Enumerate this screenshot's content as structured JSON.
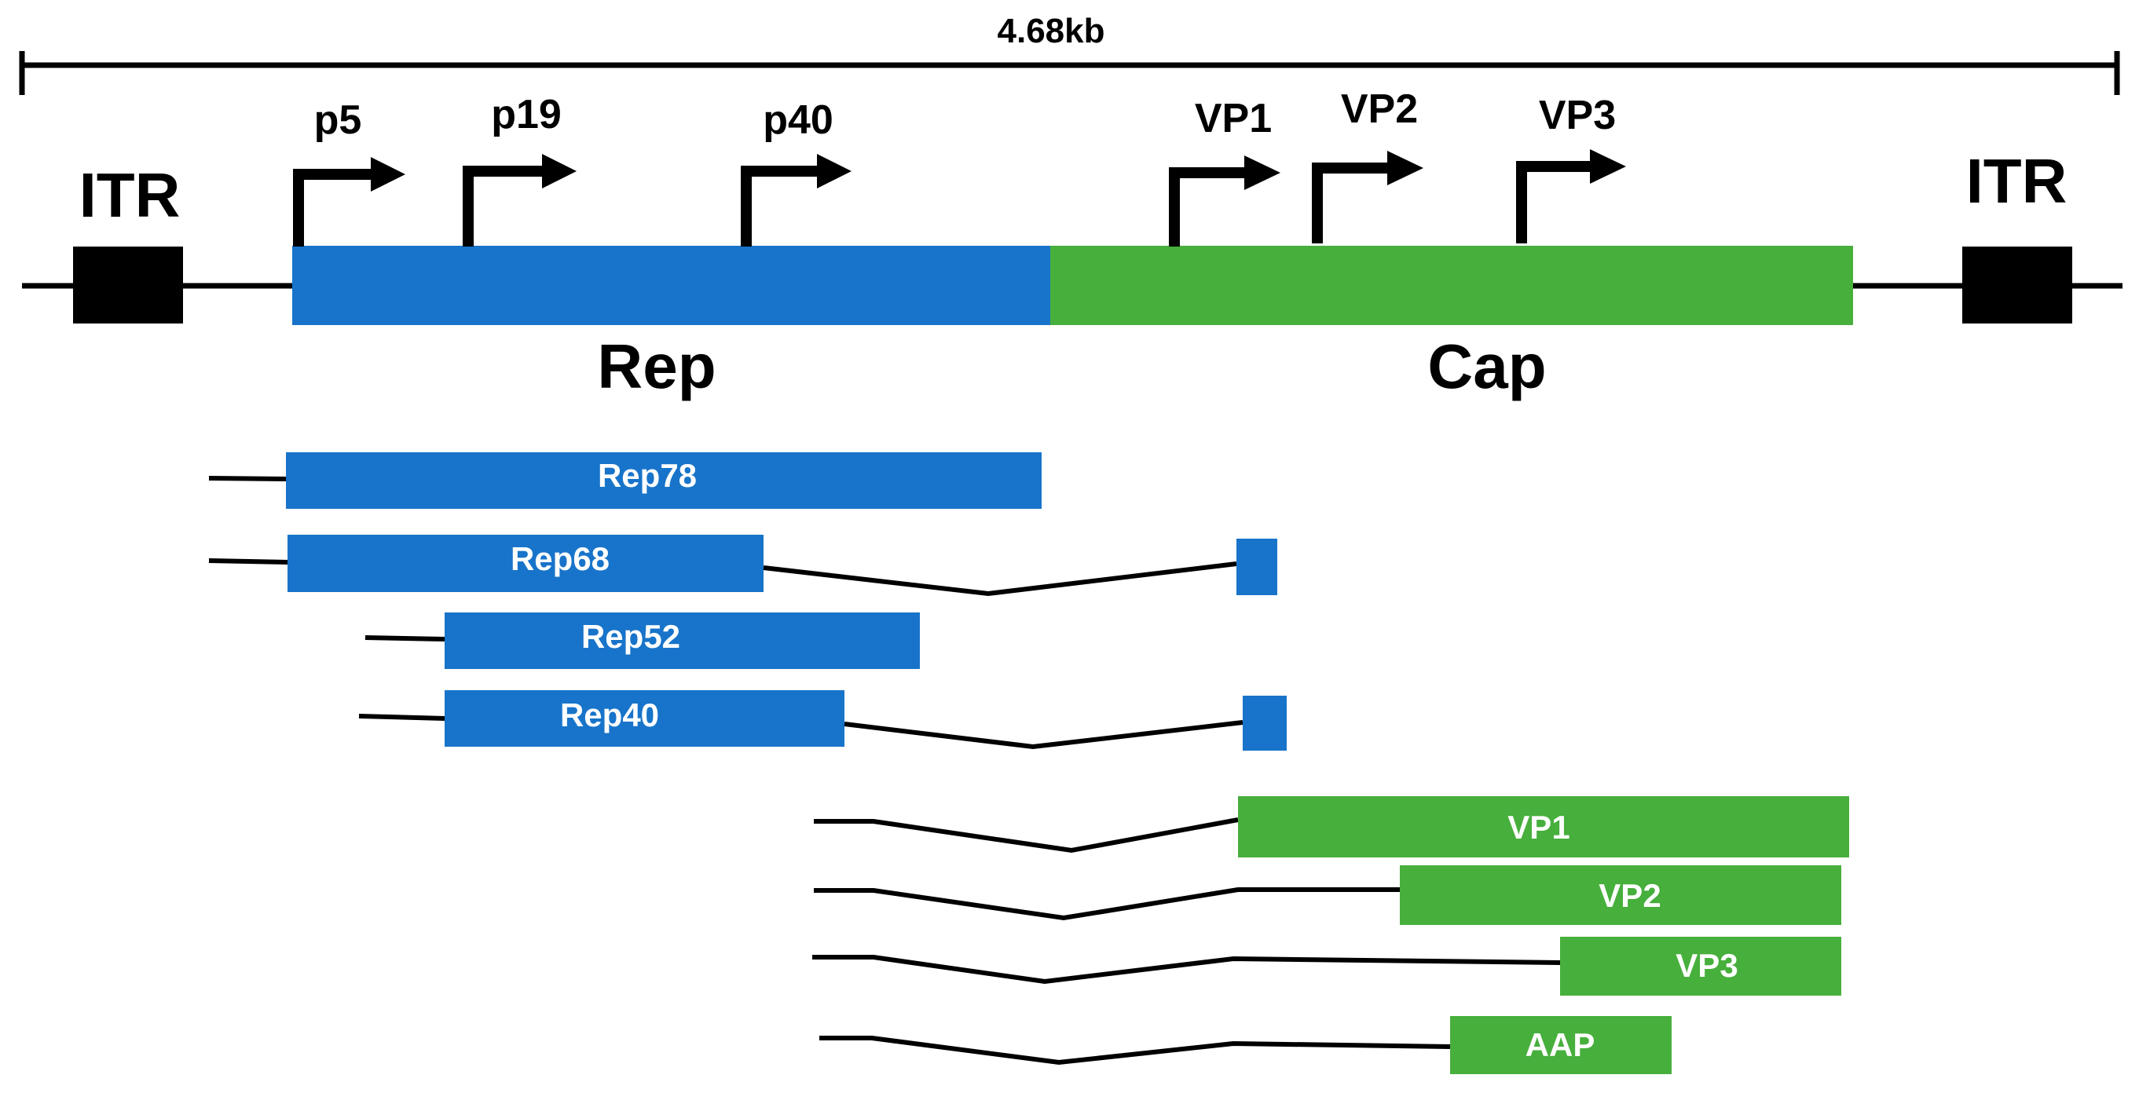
{
  "genome": {
    "length_label": "4.68kb",
    "itr_left_label": "ITR",
    "itr_right_label": "ITR",
    "rep_label": "Rep",
    "cap_label": "Cap"
  },
  "promoters": [
    {
      "label": "p5"
    },
    {
      "label": "p19"
    },
    {
      "label": "p40"
    },
    {
      "label": "VP1"
    },
    {
      "label": "VP2"
    },
    {
      "label": "VP3"
    }
  ],
  "transcripts": [
    {
      "label": "Rep78"
    },
    {
      "label": "Rep68"
    },
    {
      "label": "Rep52"
    },
    {
      "label": "Rep40"
    },
    {
      "label": "VP1"
    },
    {
      "label": "VP2"
    },
    {
      "label": "VP3"
    },
    {
      "label": "AAP"
    }
  ],
  "colors": {
    "rep": "#1874CA",
    "cap": "#47AF3C",
    "itr": "#000000",
    "line": "#000000"
  }
}
